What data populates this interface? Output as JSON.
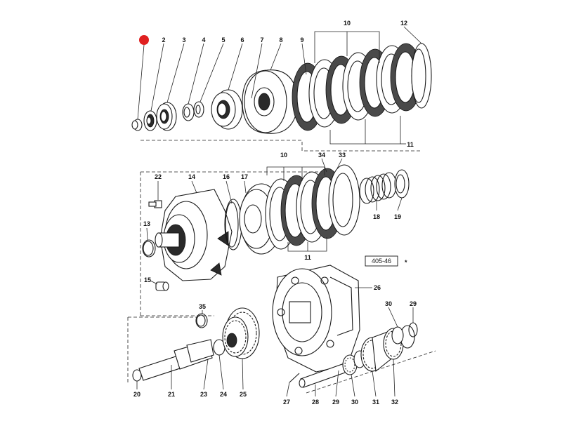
{
  "diagram": {
    "highlight_color": "#e02020",
    "part_labels": {
      "p2": "2",
      "p3": "3",
      "p4": "4",
      "p5": "5",
      "p6": "6",
      "p7": "7",
      "p8": "8",
      "p9": "9",
      "p10_top": "10",
      "p11_top": "11",
      "p12": "12",
      "p10_mid": "10",
      "p11_mid": "11",
      "p13": "13",
      "p14": "14",
      "p15": "15",
      "p16": "16",
      "p17": "17",
      "p18": "18",
      "p19": "19",
      "p22": "22",
      "p33": "33",
      "p34": "34",
      "p20": "20",
      "p21": "21",
      "p23": "23",
      "p24": "24",
      "p25": "25",
      "p26": "26",
      "p27": "27",
      "p28": "28",
      "p29_a": "29",
      "p29_b": "29",
      "p30_a": "30",
      "p30_b": "30",
      "p31": "31",
      "p32": "32",
      "p35": "35"
    },
    "reference_box": "405-46",
    "asterisk": "*"
  }
}
